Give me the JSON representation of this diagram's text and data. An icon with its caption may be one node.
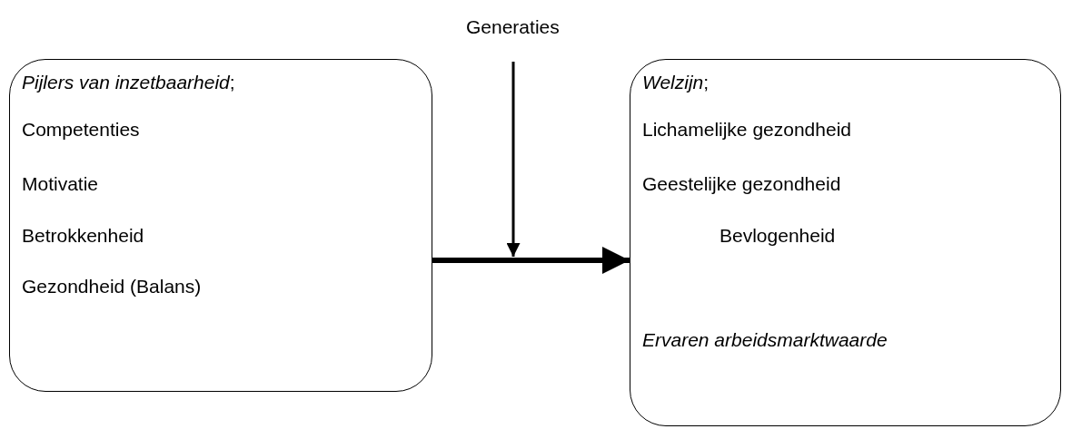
{
  "diagram": {
    "nodes": [
      {
        "text": [
          "*Pijlers van inzetbaarheid*;",
          "Competenties",
          "Motivatie",
          "Betrokkenheid",
          "Gezondheid (Balans)"
        ]
      },
      {
        "text": [
          "Generaties"
        ]
      },
      {
        "text": [
          "*Welzijn*;",
          "Lichamelijke gezondheid",
          "Geestelijke gezondheid",
          "Bevlogenheid",
          "Ervaren arbeidsmarktwaarde"
        ]
      }
    ],
    "edges": [
      {
        "from": 0,
        "to": 2,
        "arrow": "to",
        "style": "thick"
      },
      {
        "from": 1,
        "to": null,
        "arrow": "to"
      }
    ]
  }
}
